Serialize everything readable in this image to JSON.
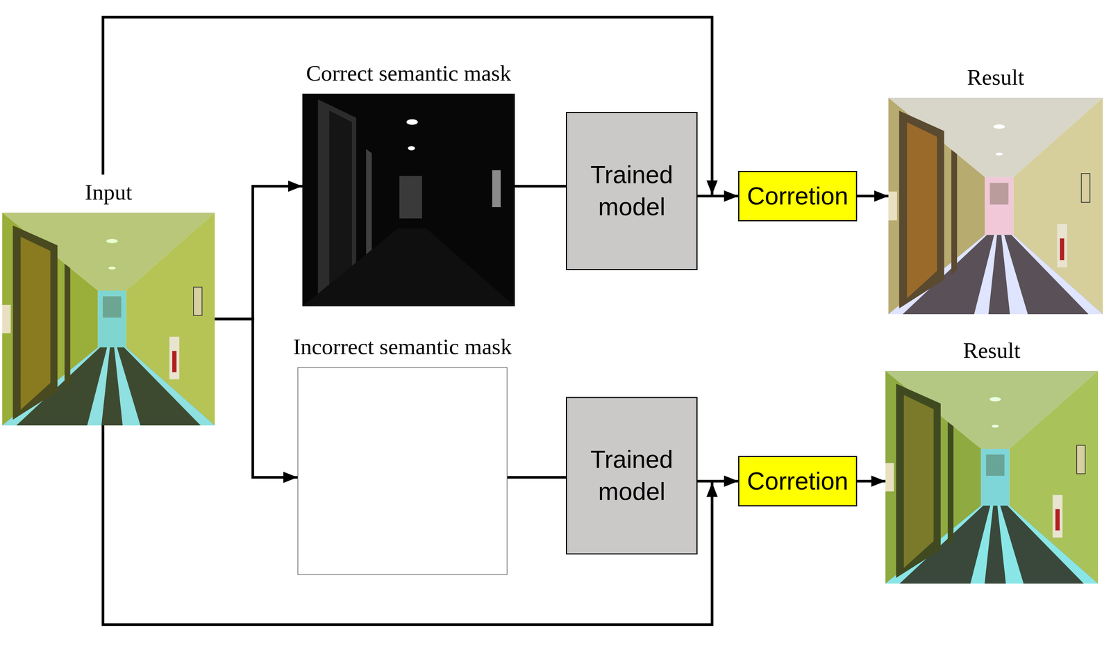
{
  "diagram": {
    "nodes": [
      {
        "text": [
          "Input"
        ]
      },
      {
        "text": [
          "Correct semantic mask"
        ]
      },
      {
        "text": [
          "Incorrect semantic mask"
        ]
      },
      {
        "text": [
          "Trained model"
        ]
      },
      {
        "text": [
          "Trained model"
        ]
      },
      {
        "text": [
          "Corretion"
        ]
      },
      {
        "text": [
          "Corretion"
        ]
      },
      {
        "text": [
          "Result"
        ]
      },
      {
        "text": [
          "Result"
        ]
      }
    ],
    "edges": [
      {
        "from": 0,
        "to": 1,
        "arrow": "to"
      },
      {
        "from": 0,
        "to": 2,
        "arrow": "to"
      },
      {
        "from": 1,
        "to": 3,
        "arrow": "none"
      },
      {
        "from": 2,
        "to": 4,
        "arrow": "none"
      },
      {
        "from": 3,
        "to": 5,
        "arrow": "to"
      },
      {
        "from": 0,
        "to": 5,
        "arrow": "to"
      },
      {
        "from": 4,
        "to": 6,
        "arrow": "to"
      },
      {
        "from": 0,
        "to": 6,
        "arrow": "to"
      },
      {
        "from": 5,
        "to": 7,
        "arrow": "to"
      },
      {
        "from": 6,
        "to": 8,
        "arrow": "to"
      }
    ]
  }
}
